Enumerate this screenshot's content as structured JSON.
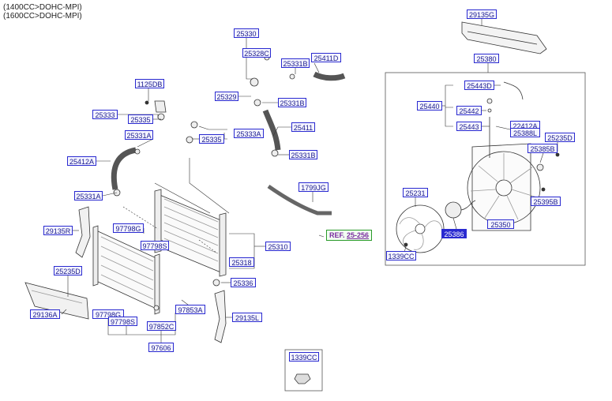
{
  "header": {
    "line1": "(1400CC>DOHC-MPI)",
    "line2": "(1600CC>DOHC-MPI)"
  },
  "reference": {
    "prefix": "REF.",
    "number": "25-256"
  },
  "labels": {
    "l25330": "25330",
    "l25328C": "25328C",
    "l25331B_a": "25331B",
    "l25411D": "25411D",
    "l25329": "25329",
    "l25331B_b": "25331B",
    "l25411": "25411",
    "l25331B_c": "25331B",
    "l25333A": "25333A",
    "l25335_a": "25335",
    "l1125DB": "1125DB",
    "l25333": "25333",
    "l25335_b": "25335",
    "l25331A_a": "25331A",
    "l25412A": "25412A",
    "l25331A_b": "25331A",
    "l1799JG": "1799JG",
    "l29135R": "29135R",
    "l97798G": "97798G",
    "l97798S_a": "97798S",
    "l25235D_a": "25235D",
    "l25318": "25318",
    "l25310": "25310",
    "l25336": "25336",
    "l29136A": "29136A",
    "l97798G_b": "97798G",
    "l97798S_b": "97798S",
    "l97853A": "97853A",
    "l29135L": "29135L",
    "l97852C": "97852C",
    "l97606": "97606",
    "l1339CC_a": "1339CC",
    "l29135G": "29135G",
    "l25380": "25380",
    "l25443D": "25443D",
    "l25440": "25440",
    "l25442": "25442",
    "l25443": "25443",
    "l22412A": "22412A",
    "l25388L": "25388L",
    "l25235D_b": "25235D",
    "l25385B": "25385B",
    "l25231": "25231",
    "l25395B": "25395B",
    "l25386": "25386",
    "l25350": "25350",
    "l1339CC_b": "1339CC"
  }
}
